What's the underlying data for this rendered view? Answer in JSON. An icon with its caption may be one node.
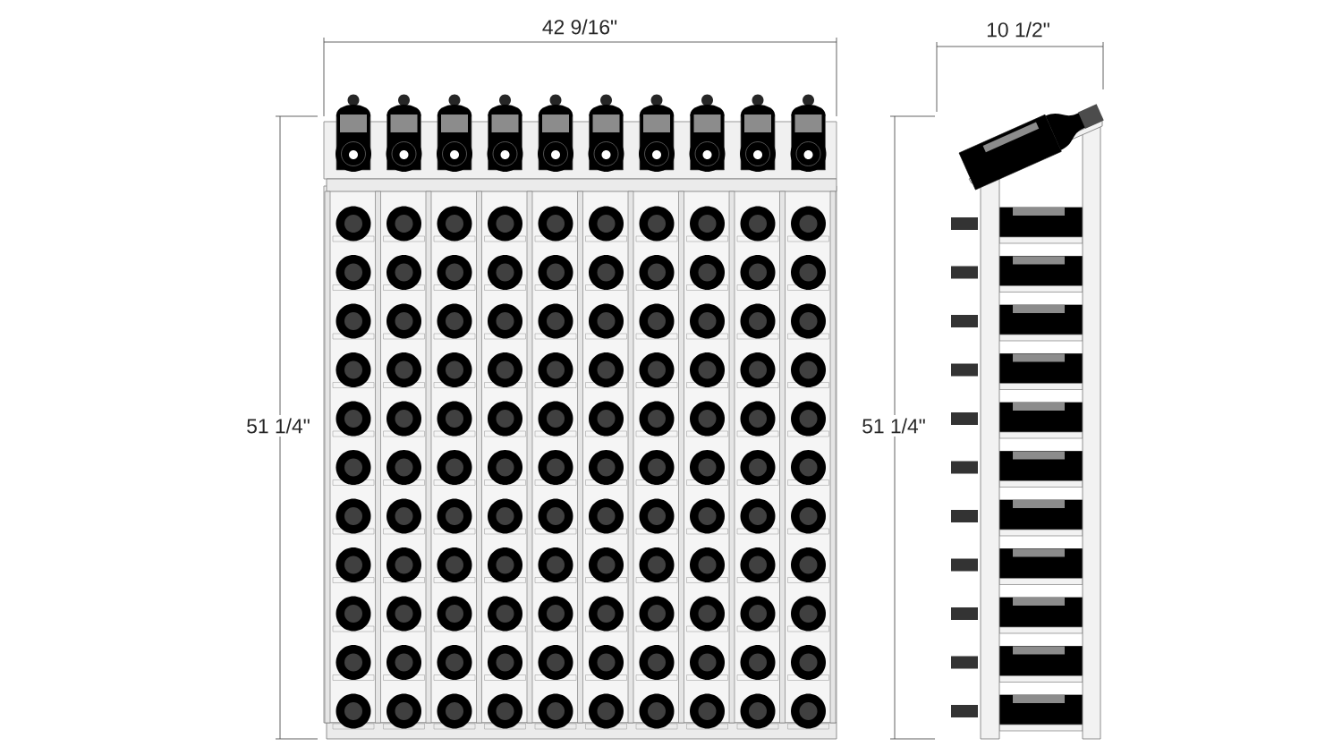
{
  "diagram": {
    "labels": [
      "42 9/16\"",
      "10 1/2\"",
      "51 1/4\"",
      "51 1/4\""
    ]
  }
}
